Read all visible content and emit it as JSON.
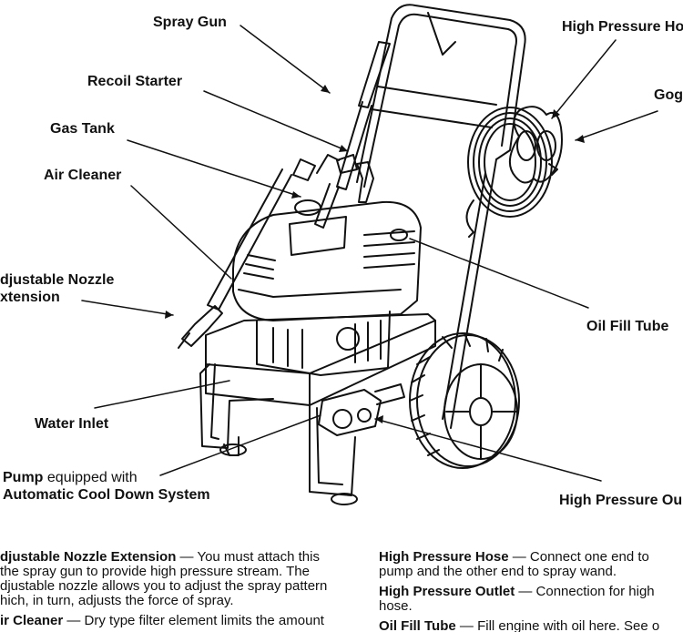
{
  "labels": {
    "spray_gun": "Spray Gun",
    "recoil_starter": "Recoil Starter",
    "gas_tank": "Gas Tank",
    "air_cleaner": "Air Cleaner",
    "adjustable_nozzle_line1": "djustable Nozzle",
    "adjustable_nozzle_line2": "xtension",
    "water_inlet": "Water Inlet",
    "pump_bold": "Pump",
    "pump_rest": " equipped with",
    "pump_line2": "Automatic Cool Down System",
    "high_pressure_hose": "High Pressure Ho",
    "goggles": "Gog",
    "oil_fill_tube": "Oil Fill Tube",
    "high_pressure_outlet": "High Pressure Ou"
  },
  "descriptions": {
    "left": [
      {
        "term": "djustable Nozzle Extension",
        "lines": [
          " — You must attach this",
          " the spray gun to provide high pressure stream. The",
          "djustable nozzle allows you to adjust the spray pattern",
          "hich, in turn, adjusts the force of spray."
        ]
      },
      {
        "term": "ir Cleaner",
        "lines": [
          " — Dry type filter element limits the amount"
        ]
      }
    ],
    "right": [
      {
        "term": "High Pressure Hose",
        "lines": [
          " — Connect one end to",
          "pump and the other end to spray wand."
        ]
      },
      {
        "term": "High Pressure Outlet",
        "lines": [
          " — Connection for high",
          "hose."
        ]
      },
      {
        "term": "Oil Fill Tube",
        "lines": [
          " — Fill engine with oil here. See o"
        ]
      }
    ]
  },
  "colors": {
    "ink": "#111111",
    "background": "#ffffff"
  }
}
